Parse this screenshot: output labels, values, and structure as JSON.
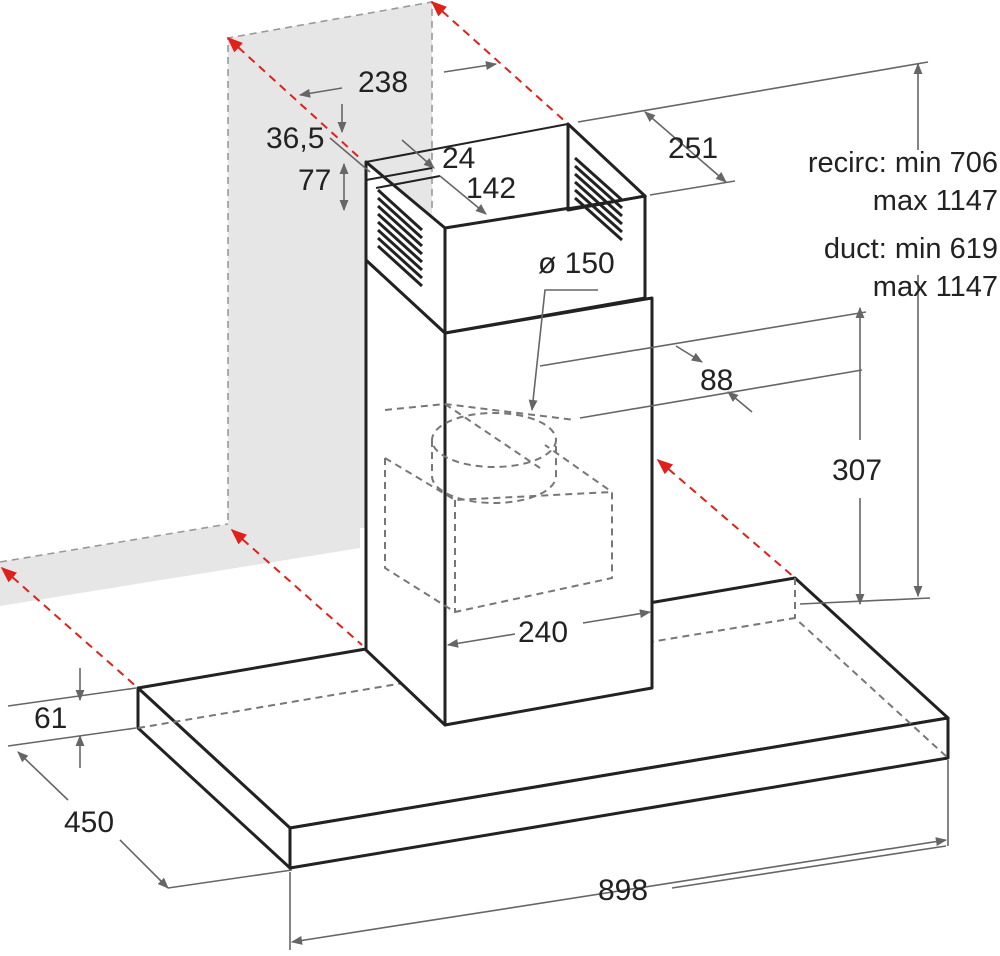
{
  "diagram": {
    "dimensions": {
      "wall_bracket_width": "238",
      "bracket_offset": "36,5",
      "bracket_height": "77",
      "vent_width": "24",
      "chimney_width": "142",
      "chimney_depth": "251",
      "outlet_diameter": "ø 150",
      "outlet_offset": "88",
      "hood_rise": "307",
      "chimney_front_width": "240",
      "canopy_thickness": "61",
      "canopy_depth": "450",
      "canopy_width": "898"
    },
    "height_notes": {
      "recirc_line1": "recirc: min 706",
      "recirc_line2": "max 1147",
      "duct_line1": "duct: min 619",
      "duct_line2": "max 1147"
    },
    "colors": {
      "outline": "#222222",
      "wall": "#e6e6e6",
      "guide_red": "#e0201b",
      "hidden": "#777777"
    }
  }
}
